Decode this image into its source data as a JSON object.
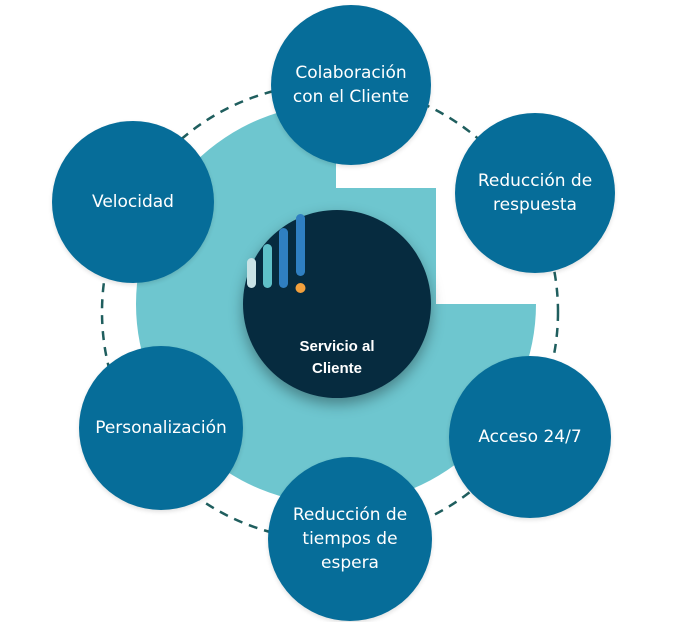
{
  "diagram": {
    "center": {
      "label": "Servicio al\nCliente",
      "icon": "bar-chart-exclamation-icon"
    },
    "nodes": [
      {
        "id": "colaboracion",
        "label": "Colaboración\ncon el Cliente"
      },
      {
        "id": "reduccion-respuesta",
        "label": "Reducción de\nrespuesta"
      },
      {
        "id": "acceso",
        "label": "Acceso 24/7"
      },
      {
        "id": "reduccion-tiempos",
        "label": "Reducción de\ntiempos de\nespera"
      },
      {
        "id": "personalizacion",
        "label": "Personalización"
      },
      {
        "id": "velocidad",
        "label": "Velocidad"
      }
    ],
    "colors": {
      "node": "#066d99",
      "center": "#062b3f",
      "ring_fill": "#6ec6cf",
      "dashed_ring": "#1f5e5e",
      "icon_bar_light": "#c8e3e6",
      "icon_bar_teal": "#5fc1c9",
      "icon_bar_blue": "#2f7fc1",
      "icon_dot": "#f2a03d"
    }
  }
}
